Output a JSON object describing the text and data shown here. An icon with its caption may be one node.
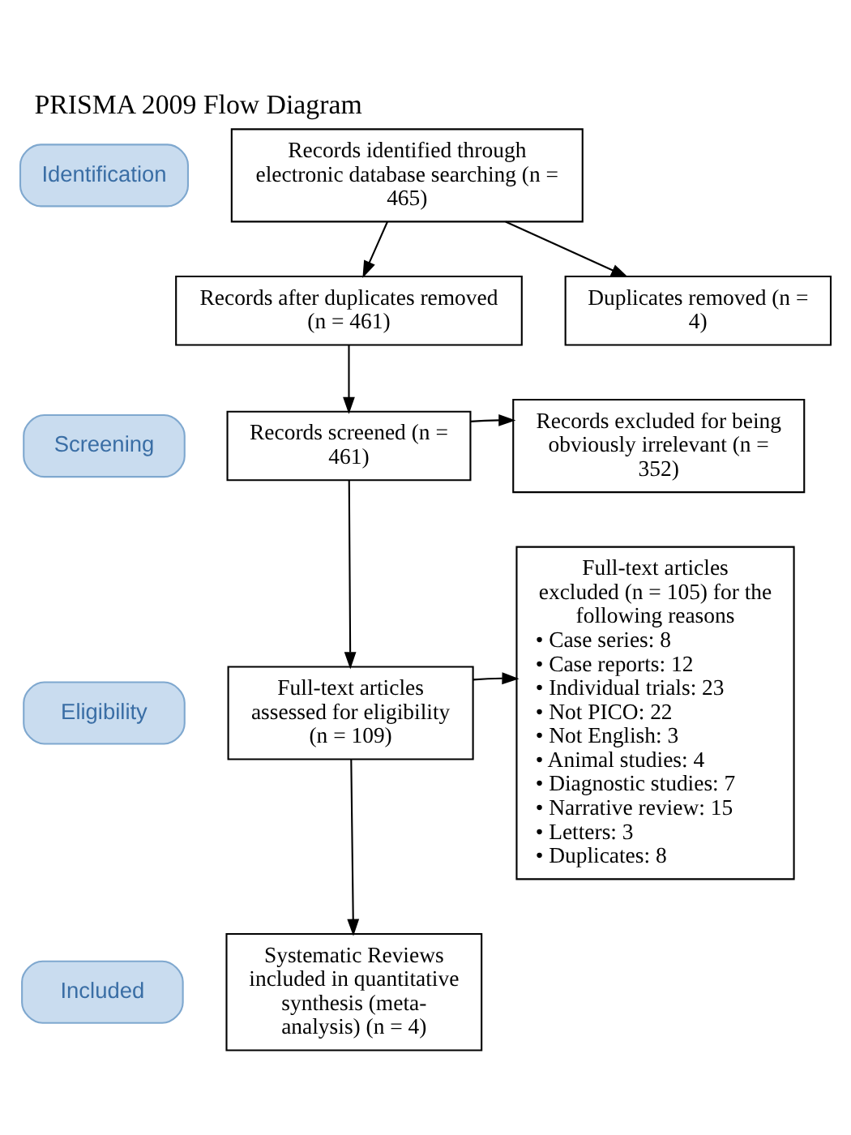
{
  "diagram": {
    "title": "PRISMA 2009 Flow Diagram",
    "nodes": [
      {
        "text": [
          "Identification"
        ]
      },
      {
        "text": [
          "Records identified through electronic database searching (n = 465)"
        ]
      },
      {
        "text": [
          "Duplicates removed (n = 4)"
        ]
      },
      {
        "text": [
          "Records after duplicates removed (n = 461)"
        ]
      },
      {
        "text": [
          "Screening"
        ]
      },
      {
        "text": [
          "Records screened (n = 461)"
        ]
      },
      {
        "text": [
          "Records excluded for being obviously irrelevant (n = 352)"
        ]
      },
      {
        "text": [
          "Eligibility"
        ]
      },
      {
        "text": [
          "Full-text articles excluded (n = 105) for the following reasons",
          "• Case series: 8",
          "• Case reports: 12",
          "• Individual trials: 23",
          "• Not PICO: 22",
          "• Not English: 3",
          "• Animal studies: 4",
          "• Diagnostic studies: 7",
          "• Narrative review: 15",
          "• Letters: 3",
          "• Duplicates: 8"
        ]
      },
      {
        "text": [
          "Full-text articles assessed for eligibility (n = 109)"
        ]
      },
      {
        "text": [
          "Included"
        ]
      },
      {
        "text": [
          "Systematic Reviews included in quantitative synthesis (meta-analysis) (n = 4)"
        ]
      }
    ],
    "edges": [
      {
        "from": 1,
        "to": 3,
        "arrow": "to"
      },
      {
        "from": 1,
        "to": 2,
        "arrow": "to"
      },
      {
        "from": 3,
        "to": 5,
        "arrow": "to"
      },
      {
        "from": 5,
        "to": 6,
        "arrow": "to"
      },
      {
        "from": 5,
        "to": 9,
        "arrow": "to"
      },
      {
        "from": 9,
        "to": 8,
        "arrow": "to"
      },
      {
        "from": 9,
        "to": 11,
        "arrow": "to"
      }
    ]
  }
}
